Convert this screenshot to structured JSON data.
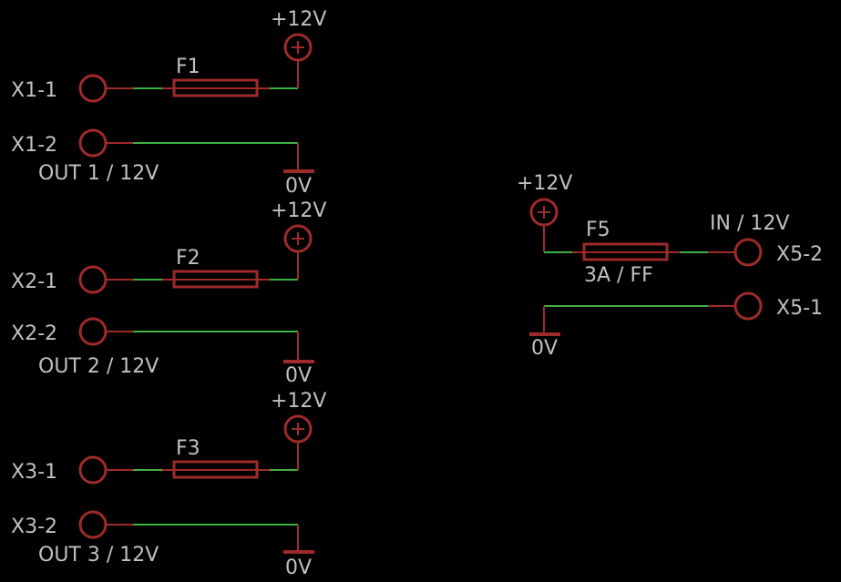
{
  "outputs": [
    {
      "pin1": "X1-1",
      "pin2": "X1-2",
      "fuse": "F1",
      "supply": "+12V",
      "ground": "0V",
      "label": "OUT 1 / 12V"
    },
    {
      "pin1": "X2-1",
      "pin2": "X2-2",
      "fuse": "F2",
      "supply": "+12V",
      "ground": "0V",
      "label": "OUT 2 / 12V"
    },
    {
      "pin1": "X3-1",
      "pin2": "X3-2",
      "fuse": "F3",
      "supply": "+12V",
      "ground": "0V",
      "label": "OUT 3 / 12V"
    }
  ],
  "input": {
    "pin2": "X5-2",
    "pin1": "X5-1",
    "fuse": "F5",
    "fuse_value": "3A / FF",
    "supply": "+12V",
    "ground": "0V",
    "label": "IN / 12V"
  },
  "colors": {
    "background": "#000000",
    "symbol": "#9e2a2a",
    "net": "#3cb043",
    "text": "#c0c0c0"
  }
}
